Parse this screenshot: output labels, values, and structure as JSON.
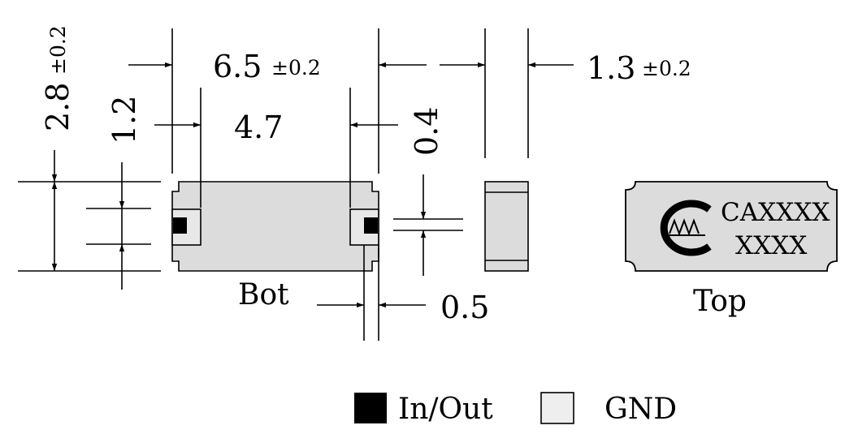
{
  "dimensions": {
    "length": {
      "value": "6.5",
      "tolerance": "±0.2"
    },
    "pad_span": {
      "value": "4.7"
    },
    "width_top": {
      "value": "1.3",
      "tolerance": "±0.2"
    },
    "height": {
      "value": "2.8",
      "tolerance": "±0.2"
    },
    "pad_height": {
      "value": "1.2"
    },
    "thickness": {
      "value": "0.4"
    },
    "pad_width": {
      "value": "0.5"
    }
  },
  "views": {
    "bottom_label": "Bot",
    "top_label": "Top"
  },
  "marking": {
    "line1": "CAXXXX",
    "line2": "XXXX",
    "logo_icon": "cmw-logo-icon"
  },
  "legend": {
    "items": [
      {
        "label": "In/Out",
        "color": "#000000"
      },
      {
        "label": "GND",
        "color": "#eeeeee"
      }
    ]
  },
  "colors": {
    "body_fill": "#dcdcdc",
    "pad_fill": "#000000"
  }
}
